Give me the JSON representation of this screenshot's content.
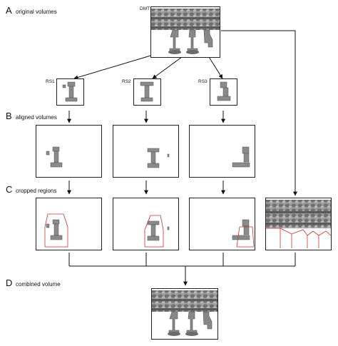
{
  "sections": [
    {
      "letter": "A",
      "title": "original volumes"
    },
    {
      "letter": "B",
      "title": "aligned volumes"
    },
    {
      "letter": "C",
      "title": "cropped regions"
    },
    {
      "letter": "D",
      "title": "combined volume"
    }
  ],
  "labels": {
    "dmt": "DMT",
    "rs1": "RS1",
    "rs2": "RS2",
    "rs3": "RS3"
  },
  "colors": {
    "density": "#8c8c8c",
    "density_dark": "#4a4a4a",
    "crop_outline": "#d0302c",
    "frame": "#222222"
  }
}
